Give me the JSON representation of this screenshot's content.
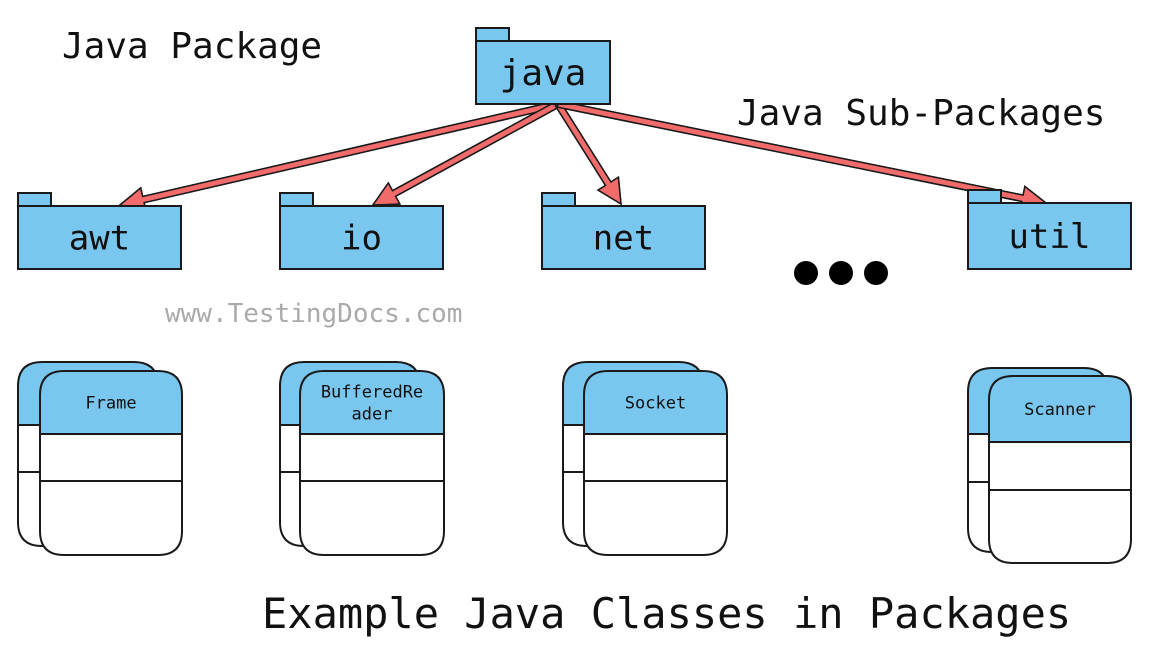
{
  "title": "Java Package",
  "subtitle": "Java Sub-Packages",
  "watermark": "www.TestingDocs.com",
  "footer": "Example Java Classes in Packages",
  "colors": {
    "package_fill": "#79c6ee",
    "arrow_fill": "#f26b6b",
    "stroke": "#1a1a1a",
    "watermark": "#aaaaaa"
  },
  "root_package": {
    "name": "java"
  },
  "sub_packages": [
    {
      "name": "awt"
    },
    {
      "name": "io"
    },
    {
      "name": "net"
    },
    {
      "name": "util"
    }
  ],
  "ellipsis": "more-packages",
  "classes": [
    {
      "package": "awt",
      "name_lines": [
        "Frame"
      ]
    },
    {
      "package": "io",
      "name_lines": [
        "BufferedRe",
        "ader"
      ]
    },
    {
      "package": "net",
      "name_lines": [
        "Socket"
      ]
    },
    {
      "package": "util",
      "name_lines": [
        "Scanner"
      ]
    }
  ]
}
